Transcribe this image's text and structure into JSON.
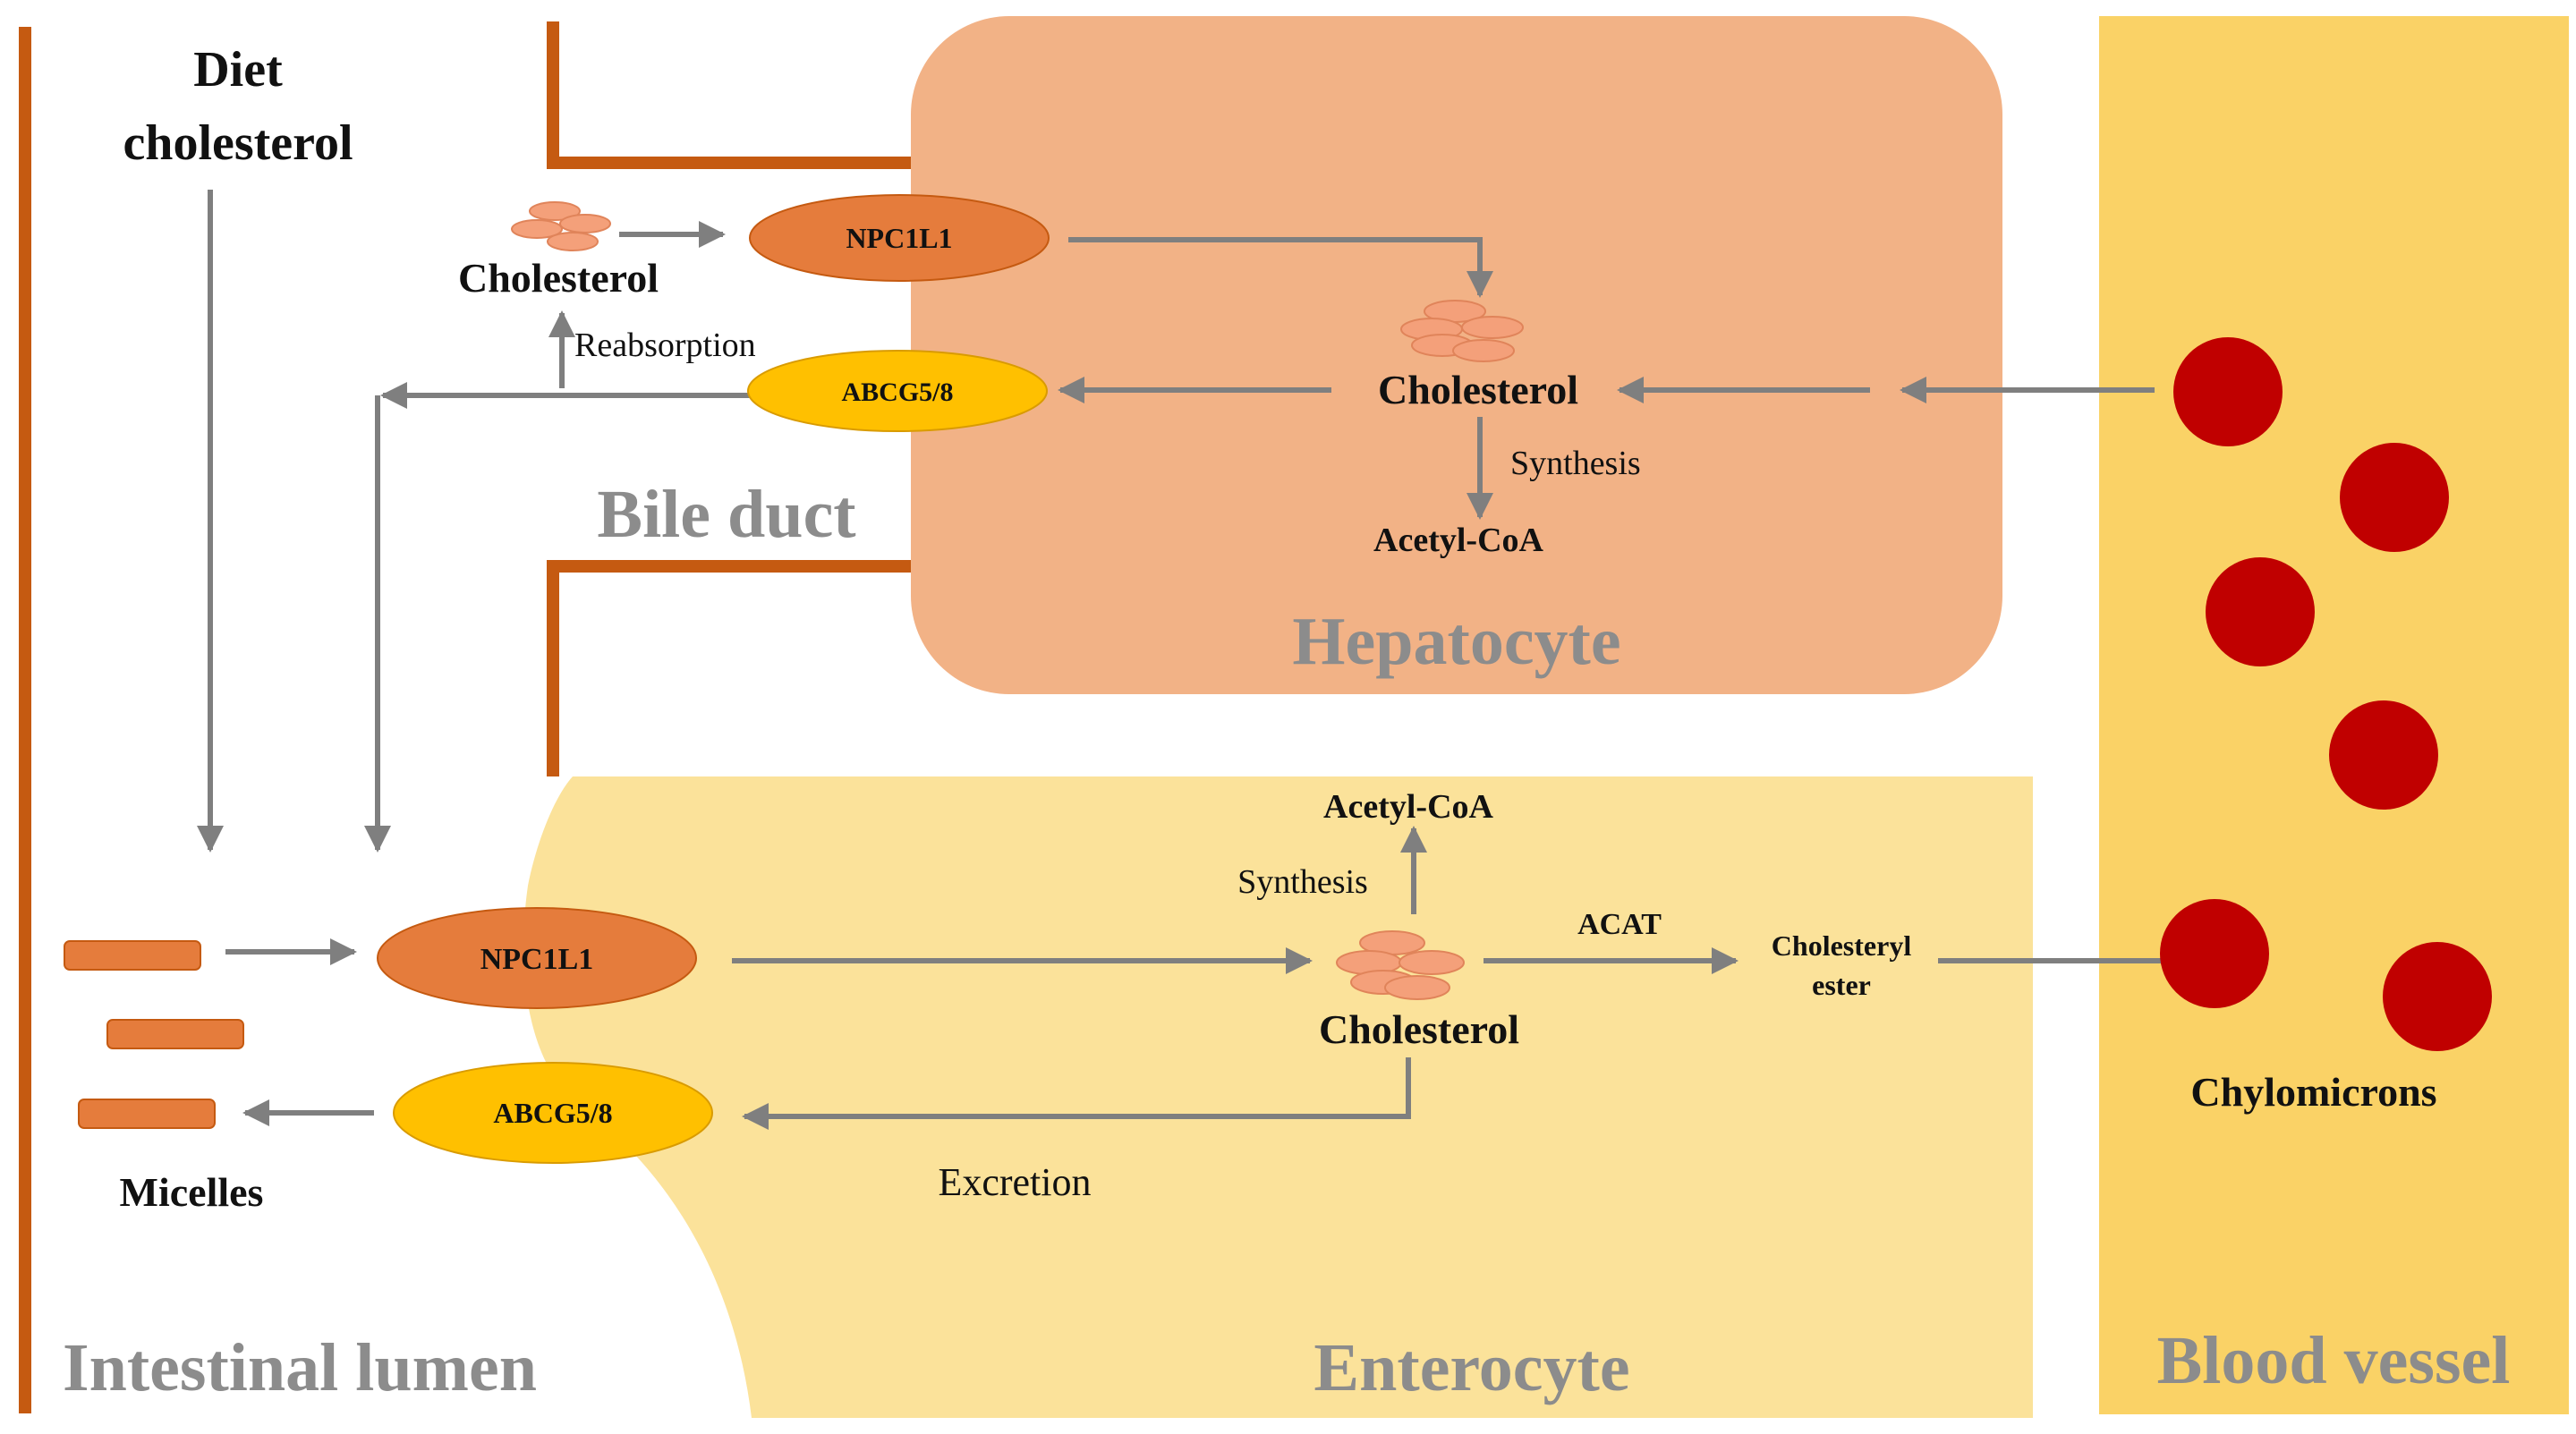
{
  "regions": {
    "intestinal_lumen": "Intestinal lumen",
    "enterocyte": "Enterocyte",
    "hepatocyte": "Hepatocyte",
    "bile_duct": "Bile duct",
    "blood_vessel": "Blood vessel"
  },
  "labels": {
    "diet_cholesterol_line1": "Diet",
    "diet_cholesterol_line2": "cholesterol",
    "micelles": "Micelles",
    "chylomicrons": "Chylomicrons",
    "liver_npc1l1": "NPC1L1",
    "liver_abcg58": "ABCG5/8",
    "intestine_npc1l1": "NPC1L1",
    "intestine_abcg58": "ABCG5/8",
    "bile_cholesterol": "Cholesterol",
    "liver_cholesterol": "Cholesterol",
    "intestine_cholesterol": "Cholesterol",
    "reabsorption": "Reabsorption",
    "liver_synthesis": "Synthesis",
    "liver_acetyl_coa": "Acetyl-CoA",
    "intestine_synthesis": "Synthesis",
    "intestine_acetyl_coa": "Acetyl-CoA",
    "acat": "ACAT",
    "cholesteryl_ester_line1": "Cholesteryl",
    "cholesteryl_ester_line2": "ester",
    "excretion": "Excretion"
  },
  "colors": {
    "hepatocyte": "#F2B286",
    "enterocyte": "#FBE29A",
    "blood_vessel": "#FAD266",
    "duct_wall": "#C55A11",
    "npc1l1": "#E57C3C",
    "abcg58": "#FFC000",
    "cholesterol_particle": "#F4A07A",
    "micelle": "#E57C3C",
    "chylomicron": "#C00000",
    "arrow": "#7F7F7F"
  }
}
